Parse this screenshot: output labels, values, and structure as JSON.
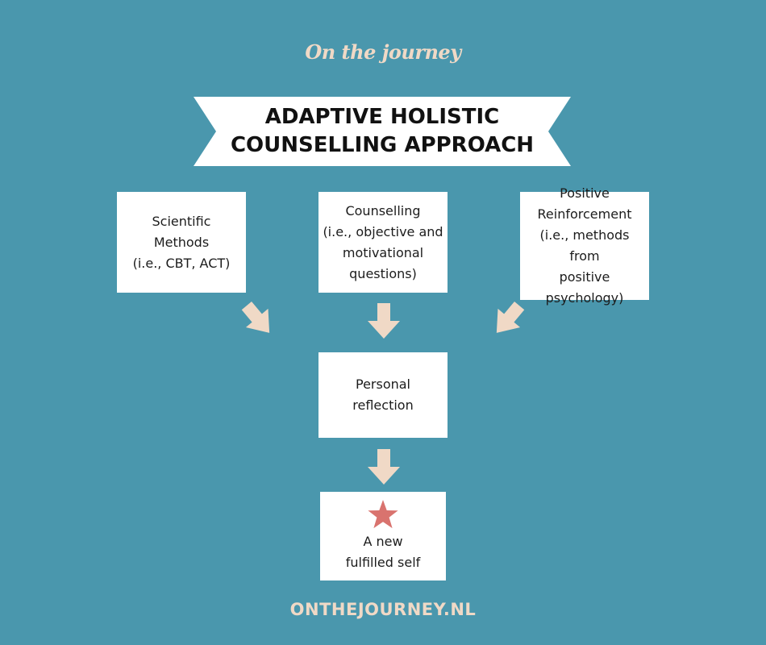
{
  "brand": {
    "script_text": "On the journey"
  },
  "title": {
    "text": "ADAPTIVE HOLISTIC\nCOUNSELLING APPROACH"
  },
  "boxes": {
    "scientific": "Scientific\nMethods\n(i.e., CBT, ACT)",
    "counselling": "Counselling\n(i.e., objective and\nmotivational\nquestions)",
    "positive": "Positive\nReinforcement\n(i.e., methods from\npositive\npsychology)",
    "reflection": "Personal\nreflection",
    "outcome": "A new\nfulfilled self"
  },
  "icons": {
    "outcome": "star-icon",
    "arrows": "arrow-icon"
  },
  "colors": {
    "background": "#4a97ad",
    "box": "#ffffff",
    "arrow": "#f0d9c6",
    "star": "#d9736e",
    "brand_text": "#f0d9c6",
    "title_text": "#111111"
  },
  "footer": {
    "text": "ONTHEJOURNEY.NL"
  }
}
